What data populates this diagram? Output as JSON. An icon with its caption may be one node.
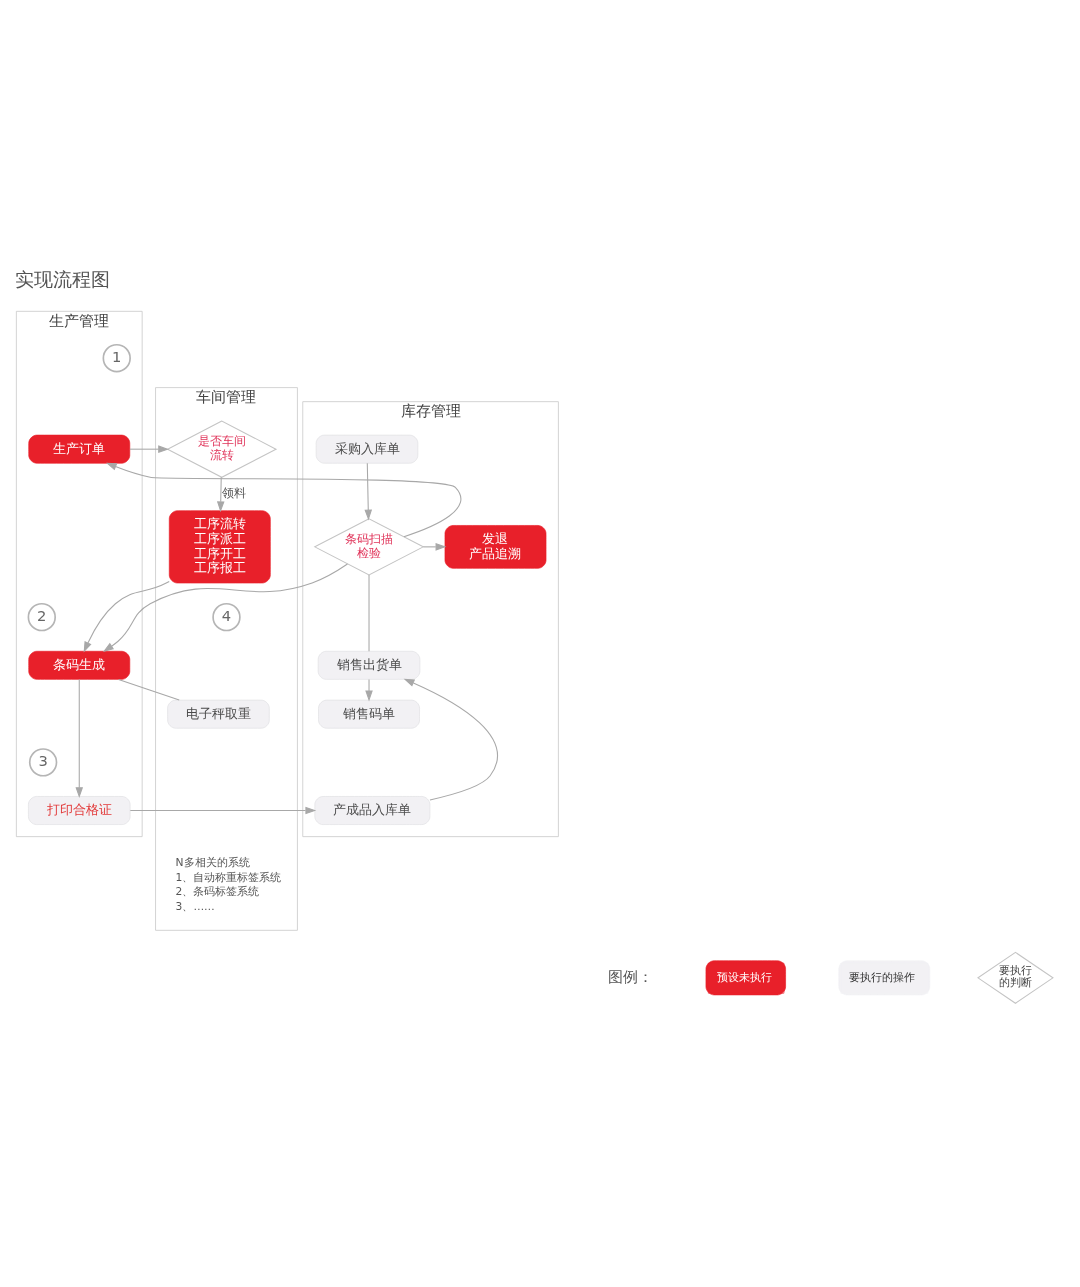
{
  "diagram": {
    "title": "实现流程图",
    "nodes": [
      {
        "text": [
          "生产管理"
        ]
      },
      {
        "text": [
          "车间管理"
        ]
      },
      {
        "text": [
          "库存管理"
        ]
      },
      {
        "text": [
          "1"
        ],
        "in": 0
      },
      {
        "text": [
          "生产订单"
        ],
        "in": 0
      },
      {
        "text": [
          "是否车间流转"
        ],
        "in": 1
      },
      {
        "text": [
          "采购入库单"
        ],
        "in": 2
      },
      {
        "text": [
          "工序流转",
          "工序派工",
          "工序开工",
          "工序报工"
        ],
        "in": 1
      },
      {
        "text": [
          "条码扫描检验"
        ],
        "in": 2
      },
      {
        "text": [
          "发退",
          "产品追溯"
        ],
        "in": 2
      },
      {
        "text": [
          "2"
        ],
        "in": 0
      },
      {
        "text": [
          "4"
        ],
        "in": 1
      },
      {
        "text": [
          "条码生成"
        ],
        "in": 0
      },
      {
        "text": [
          "销售出货单"
        ],
        "in": 2
      },
      {
        "text": [
          "电子秤取重"
        ],
        "in": 1
      },
      {
        "text": [
          "销售码单"
        ],
        "in": 2
      },
      {
        "text": [
          "3"
        ],
        "in": 0
      },
      {
        "text": [
          "打印合格证"
        ],
        "in": 0
      },
      {
        "text": [
          "产成品入库单"
        ],
        "in": 2
      }
    ],
    "edges": [
      {
        "from": 4,
        "to": 5,
        "arrow": "to"
      },
      {
        "from": 5,
        "to": 7,
        "arrow": "to",
        "label": "领料"
      },
      {
        "from": 6,
        "to": 8,
        "arrow": "to"
      },
      {
        "from": 8,
        "to": 9,
        "arrow": "to"
      },
      {
        "from": 8,
        "to": 4,
        "arrow": "to"
      },
      {
        "from": 8,
        "to": 12,
        "arrow": "to"
      },
      {
        "from": 7,
        "to": 12,
        "arrow": "to"
      },
      {
        "from": 12,
        "to": 14,
        "arrow": "none"
      },
      {
        "from": 12,
        "to": 17,
        "arrow": "to"
      },
      {
        "from": 17,
        "to": 18,
        "arrow": "to"
      },
      {
        "from": 18,
        "to": 13,
        "arrow": "to"
      },
      {
        "from": 8,
        "to": 13,
        "arrow": "none"
      },
      {
        "from": 13,
        "to": 15,
        "arrow": "to"
      }
    ],
    "labels": [
      "N多相关的系统",
      "1、自动称重标签系统",
      "2、条码标签系统",
      "3、……",
      "图例："
    ],
    "legend": [
      {
        "text": "预设未执行",
        "color": "#e8202a"
      },
      {
        "text": "要执行的操作",
        "color": "#f2f1f4"
      },
      {
        "text": "要执行的判断"
      }
    ]
  }
}
